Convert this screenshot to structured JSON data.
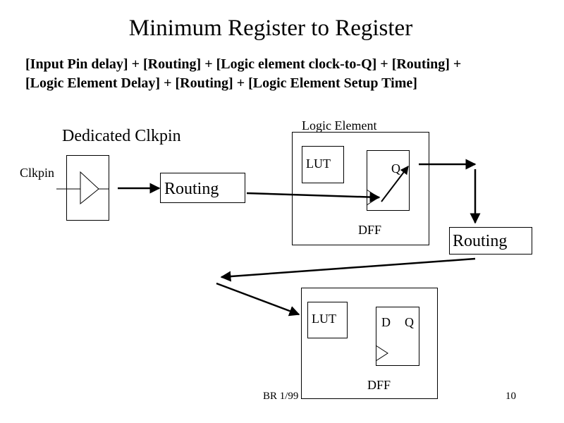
{
  "title": "Minimum Register to Register",
  "formula": {
    "line1": "[Input Pin delay]  + [Routing] +  [Logic element clock-to-Q] + [Routing] +",
    "line2": "[Logic Element Delay] + [Routing] +  [Logic Element Setup Time]"
  },
  "diagram": {
    "dedicated_clkpin_label": "Dedicated Clkpin",
    "clkpin_label": "Clkpin",
    "routing1_label": "Routing",
    "logic_element_label": "Logic Element",
    "le1_lut_label": "LUT",
    "le1_q_label": "Q",
    "le1_dff_label": "DFF",
    "routing2_label": "Routing",
    "le2_lut_label": "LUT",
    "le2_d_label": "D",
    "le2_q_label": "Q",
    "le2_dff_label": "DFF"
  },
  "footer": {
    "left": "BR 1/99",
    "page_number": "10"
  }
}
